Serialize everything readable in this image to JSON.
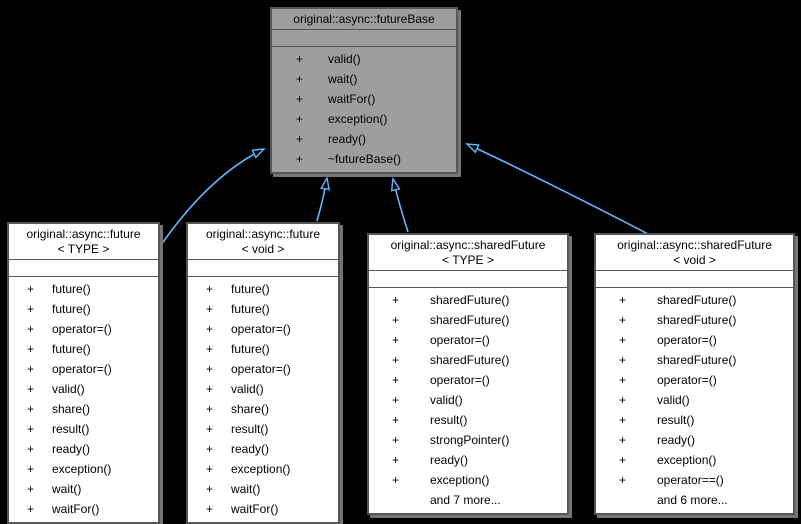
{
  "diagram": {
    "kind": "uml-inheritance-graph",
    "colors": {
      "background": "#000000",
      "node_fill": "#ffffff",
      "base_node_fill": "#9e9e9e",
      "node_border": "#565656",
      "node_shadow": "#757575",
      "arrow": "#63b8ff",
      "text": "#000000"
    },
    "nodes": {
      "futureBase": {
        "title_lines": [
          "original::async::futureBase"
        ],
        "members": [
          {
            "access": "+",
            "label": "valid()"
          },
          {
            "access": "+",
            "label": "wait()"
          },
          {
            "access": "+",
            "label": "waitFor()"
          },
          {
            "access": "+",
            "label": "exception()"
          },
          {
            "access": "+",
            "label": "ready()"
          },
          {
            "access": "+",
            "label": "~futureBase()"
          }
        ]
      },
      "future_type": {
        "title_lines": [
          "original::async::future",
          "< TYPE >"
        ],
        "members": [
          {
            "access": "+",
            "label": "future()"
          },
          {
            "access": "+",
            "label": "future()"
          },
          {
            "access": "+",
            "label": "operator=()"
          },
          {
            "access": "+",
            "label": "future()"
          },
          {
            "access": "+",
            "label": "operator=()"
          },
          {
            "access": "+",
            "label": "valid()"
          },
          {
            "access": "+",
            "label": "share()"
          },
          {
            "access": "+",
            "label": "result()"
          },
          {
            "access": "+",
            "label": "ready()"
          },
          {
            "access": "+",
            "label": "exception()"
          },
          {
            "access": "+",
            "label": "wait()"
          },
          {
            "access": "+",
            "label": "waitFor()"
          }
        ]
      },
      "future_void": {
        "title_lines": [
          "original::async::future",
          "< void >"
        ],
        "members": [
          {
            "access": "+",
            "label": "future()"
          },
          {
            "access": "+",
            "label": "future()"
          },
          {
            "access": "+",
            "label": "operator=()"
          },
          {
            "access": "+",
            "label": "future()"
          },
          {
            "access": "+",
            "label": "operator=()"
          },
          {
            "access": "+",
            "label": "valid()"
          },
          {
            "access": "+",
            "label": "share()"
          },
          {
            "access": "+",
            "label": "result()"
          },
          {
            "access": "+",
            "label": "ready()"
          },
          {
            "access": "+",
            "label": "exception()"
          },
          {
            "access": "+",
            "label": "wait()"
          },
          {
            "access": "+",
            "label": "waitFor()"
          }
        ]
      },
      "sharedFuture_type": {
        "title_lines": [
          "original::async::sharedFuture",
          "< TYPE >"
        ],
        "members": [
          {
            "access": "+",
            "label": "sharedFuture()"
          },
          {
            "access": "+",
            "label": "sharedFuture()"
          },
          {
            "access": "+",
            "label": "operator=()"
          },
          {
            "access": "+",
            "label": "sharedFuture()"
          },
          {
            "access": "+",
            "label": "operator=()"
          },
          {
            "access": "+",
            "label": "valid()"
          },
          {
            "access": "+",
            "label": "result()"
          },
          {
            "access": "+",
            "label": "strongPointer()"
          },
          {
            "access": "+",
            "label": "ready()"
          },
          {
            "access": "+",
            "label": "exception()"
          },
          {
            "access": "",
            "label": "and 7 more..."
          }
        ]
      },
      "sharedFuture_void": {
        "title_lines": [
          "original::async::sharedFuture",
          "< void >"
        ],
        "members": [
          {
            "access": "+",
            "label": "sharedFuture()"
          },
          {
            "access": "+",
            "label": "sharedFuture()"
          },
          {
            "access": "+",
            "label": "operator=()"
          },
          {
            "access": "+",
            "label": "sharedFuture()"
          },
          {
            "access": "+",
            "label": "operator=()"
          },
          {
            "access": "+",
            "label": "valid()"
          },
          {
            "access": "+",
            "label": "result()"
          },
          {
            "access": "+",
            "label": "ready()"
          },
          {
            "access": "+",
            "label": "exception()"
          },
          {
            "access": "+",
            "label": "operator==()"
          },
          {
            "access": "",
            "label": "and 6 more..."
          }
        ]
      }
    },
    "edges": [
      {
        "from": "future_type",
        "to": "futureBase",
        "type": "inheritance"
      },
      {
        "from": "future_void",
        "to": "futureBase",
        "type": "inheritance"
      },
      {
        "from": "sharedFuture_type",
        "to": "futureBase",
        "type": "inheritance"
      },
      {
        "from": "sharedFuture_void",
        "to": "futureBase",
        "type": "inheritance"
      }
    ]
  }
}
